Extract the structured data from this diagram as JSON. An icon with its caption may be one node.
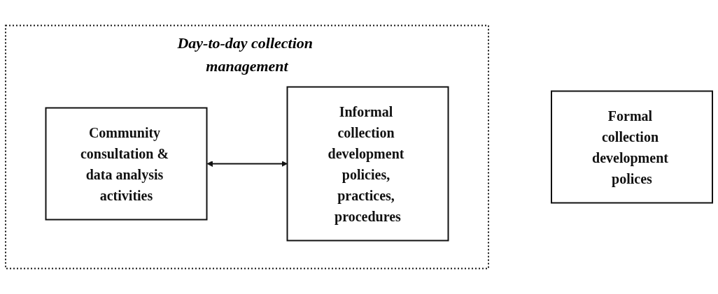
{
  "diagram": {
    "nodes": [
      {
        "text": [
          "Day-to-day collection management"
        ]
      },
      {
        "text": [
          "Community consultation & data analysis activities"
        ],
        "in": 0
      },
      {
        "text": [
          "Informal collection development policies, practices, procedures"
        ],
        "in": 0
      },
      {
        "text": [
          "Formal collection development polices"
        ]
      }
    ],
    "edges": [
      {
        "from": 1,
        "to": 2,
        "arrow": "both"
      }
    ]
  }
}
